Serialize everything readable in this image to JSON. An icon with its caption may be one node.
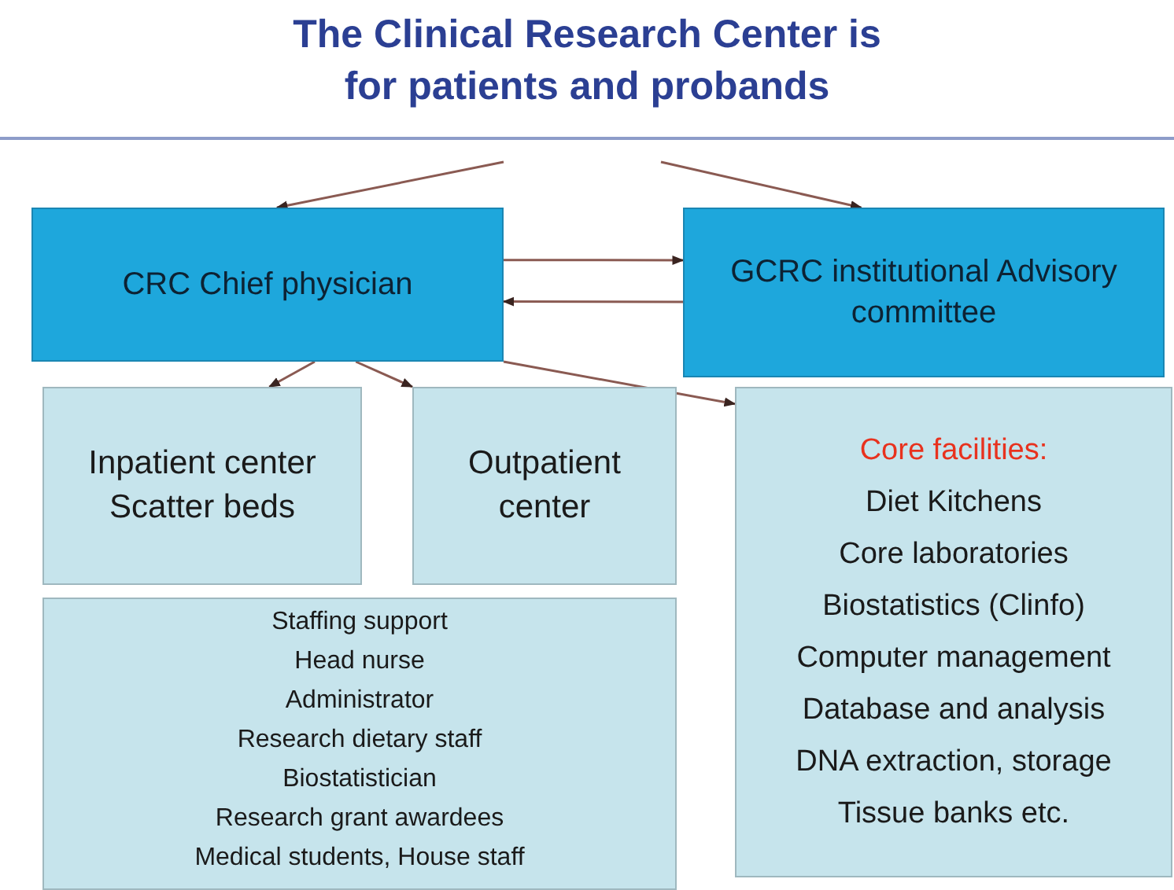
{
  "diagram": {
    "title": "The Clinical Research Center is for patients and probands",
    "nodes": [
      {
        "text": [
          "CRC Chief physician"
        ]
      },
      {
        "text": [
          "GCRC institutional Advisory committee"
        ]
      },
      {
        "text": [
          "Inpatient center Scatter beds"
        ]
      },
      {
        "text": [
          "Outpatient center"
        ]
      },
      {
        "text": [
          "Staffing support",
          "Head nurse",
          "Administrator",
          "Research dietary staff",
          "Biostatistician",
          "Research grant awardees",
          "Medical students, House staff"
        ]
      },
      {
        "text": [
          "Core facilities:",
          "Diet Kitchens",
          "Core laboratories",
          "Biostatistics (Clinfo)",
          "Computer management",
          "Database and analysis",
          "DNA extraction, storage",
          "Tissue banks etc."
        ]
      }
    ],
    "edges": [
      {
        "from": null,
        "to": 0,
        "arrow": "to"
      },
      {
        "from": null,
        "to": 1,
        "arrow": "to"
      },
      {
        "from": 0,
        "to": 1,
        "arrow": "to"
      },
      {
        "from": 1,
        "to": 0,
        "arrow": "to"
      },
      {
        "from": 0,
        "to": 2,
        "arrow": "to"
      },
      {
        "from": 0,
        "to": 3,
        "arrow": "to"
      },
      {
        "from": 0,
        "to": 5,
        "arrow": "to"
      }
    ]
  }
}
